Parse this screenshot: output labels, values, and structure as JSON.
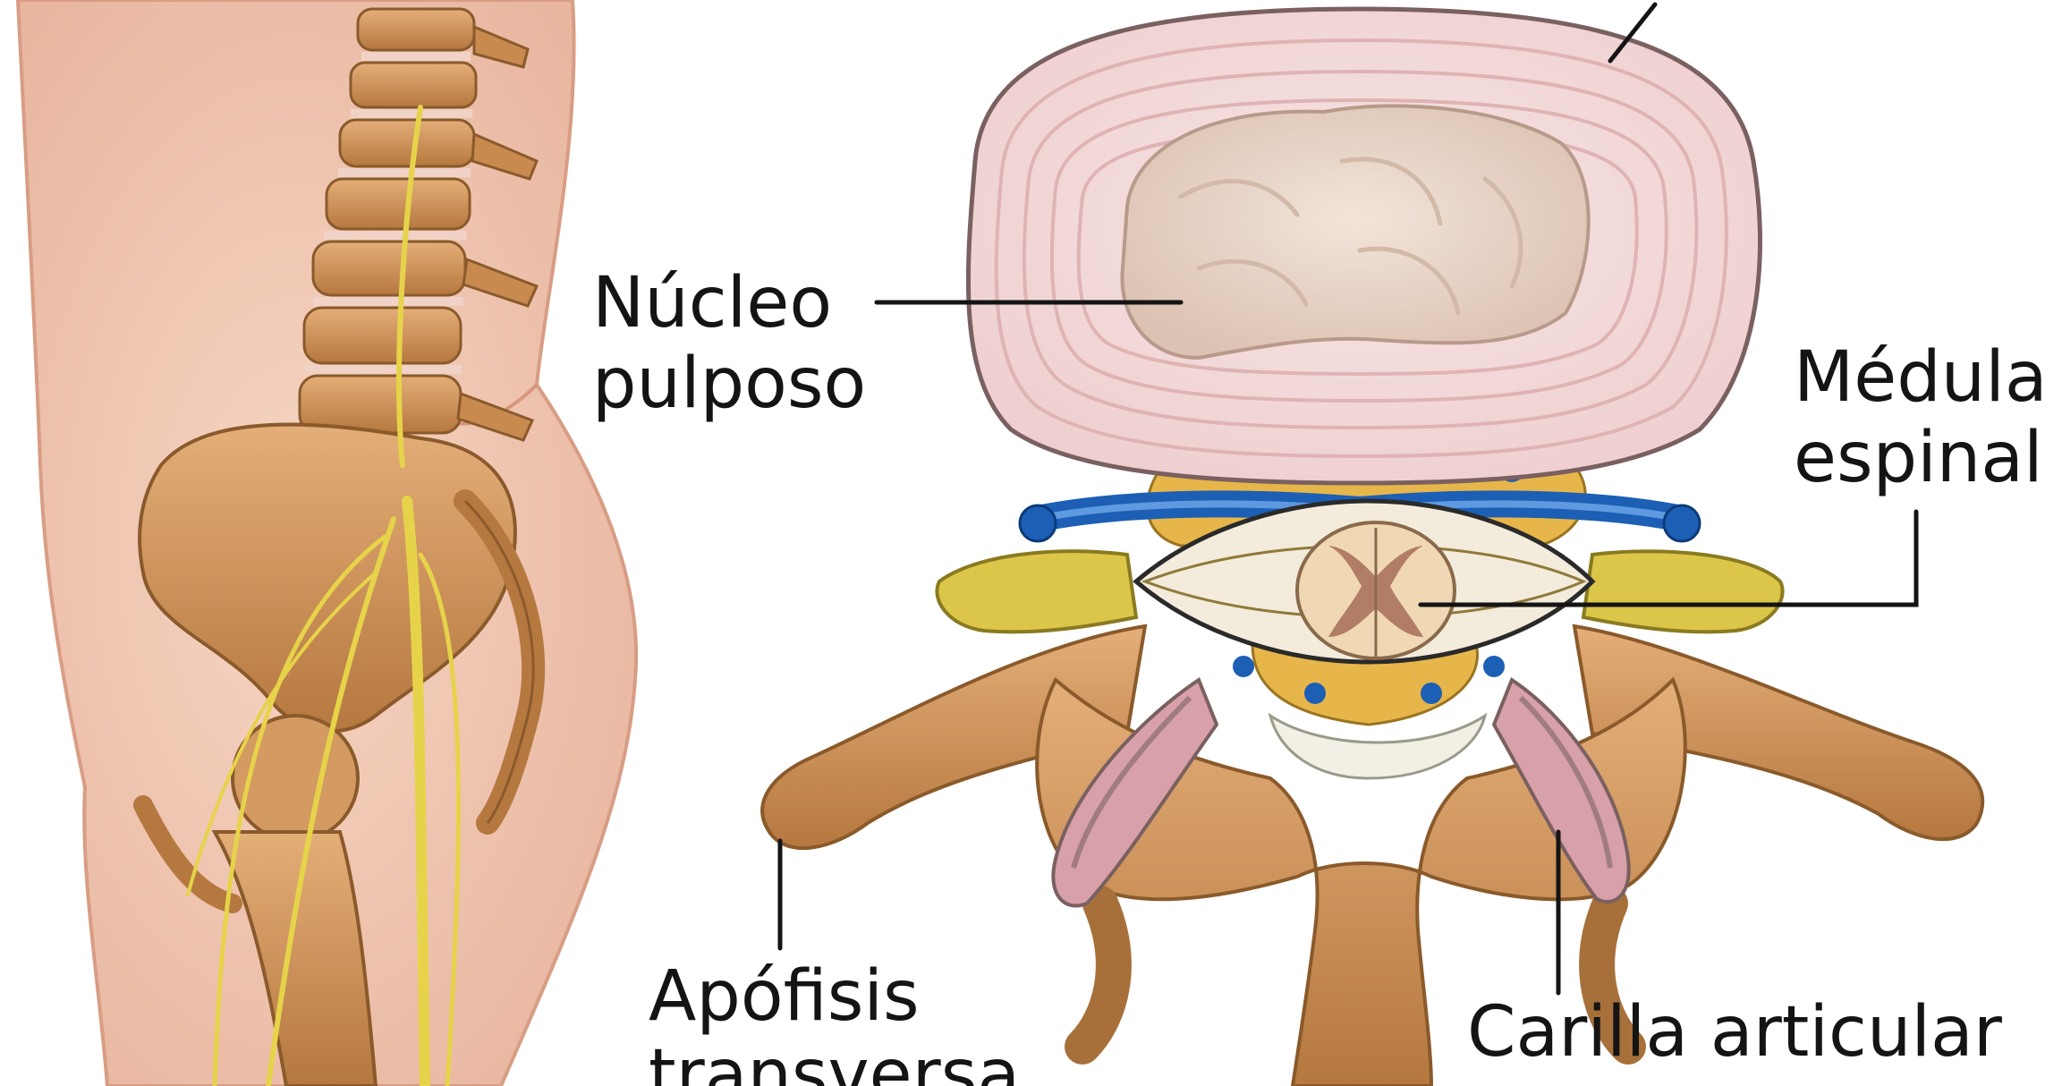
{
  "labels": {
    "nucleus_line1": "Núcleo",
    "nucleus_line2": "pulposo",
    "spinal_cord_line1": "Médula",
    "spinal_cord_line2": "espinal",
    "transverse_line1": "Apófisis",
    "transverse_line2": "transversa",
    "facet": "Carilla articular"
  },
  "colors": {
    "skin": "#f2cbb6",
    "skin_shadow": "#dfa68d",
    "bone": "#c98a50",
    "bone_light": "#e8b57e",
    "disc_ring": "#f4dcdc",
    "disc_ring_line": "#e2b9b9",
    "nucleus": "#ead7cc",
    "nerve": "#e6d34a",
    "fat": "#e7b64a",
    "vessel_blue": "#1c5fb5",
    "cord": "#f0d8b4",
    "grey_matter": "#b27d66",
    "facet_pink": "#d8a0a8",
    "leader_line": "#141414"
  }
}
